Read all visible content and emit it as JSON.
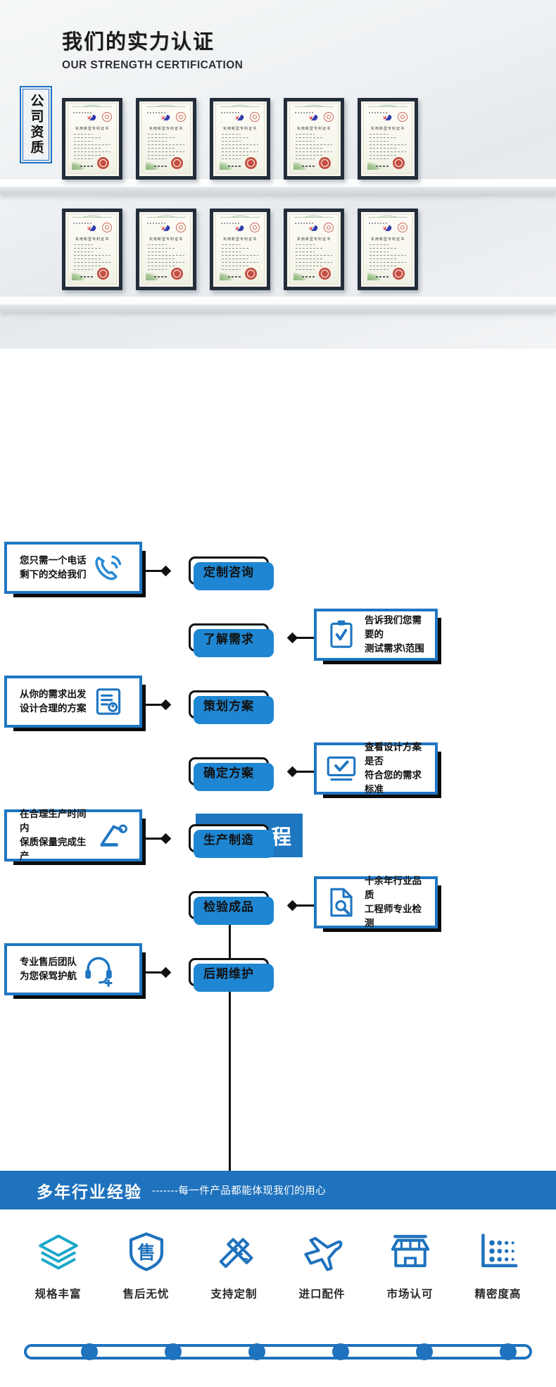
{
  "certification": {
    "title_cn": "我们的实力认证",
    "title_en": "OUR STRENGTH CERTIFICATION",
    "badge_text": "公司资质",
    "certificate_doc_title": "实用新型专利证书",
    "certificate_count": 10,
    "rows": 2,
    "per_row": 5,
    "accent_color": "#1f6fc4",
    "frame_color": "#232d3a"
  },
  "flow": {
    "title": "定制流程",
    "title_bg": "#1e76bf",
    "shadow_color": "#0b0b0b",
    "pill_accent": "#1e86d2",
    "steps": [
      {
        "label": "定制咨询",
        "side": "left",
        "icon": "phone-ring-icon",
        "note": "您只需一个电话\n剩下的交给我们"
      },
      {
        "label": "了解需求",
        "side": "right",
        "icon": "clipboard-check-icon",
        "note": "告诉我们您需要的\n测试需求\\范围"
      },
      {
        "label": "策划方案",
        "side": "left",
        "icon": "document-person-icon",
        "note": "从你的需求出发\n设计合理的方案"
      },
      {
        "label": "确定方案",
        "side": "right",
        "icon": "monitor-check-icon",
        "note": "查看设计方案是否\n符合您的需求标准"
      },
      {
        "label": "生产制造",
        "side": "left",
        "icon": "machine-arm-icon",
        "note": "在合理生产时间内\n保质保量完成生产"
      },
      {
        "label": "检验成品",
        "side": "right",
        "icon": "document-search-icon",
        "note": "十余年行业品质\n工程师专业检测"
      },
      {
        "label": "后期维护",
        "side": "left",
        "icon": "headset-support-icon",
        "note": "专业售后团队\n为您保驾护航"
      }
    ]
  },
  "banner": {
    "main": "多年行业经验",
    "dashes": "-------",
    "sub": "每一件产品都能体现我们的用心",
    "bg": "#1f72bd"
  },
  "features": {
    "accent": "#1f72bd",
    "items": [
      {
        "label": "规格丰富",
        "icon": "layers-icon"
      },
      {
        "label": "售后无忧",
        "icon": "shield-after-sales-icon"
      },
      {
        "label": "支持定制",
        "icon": "pencil-ruler-icon"
      },
      {
        "label": "进口配件",
        "icon": "airplane-icon"
      },
      {
        "label": "市场认可",
        "icon": "storefront-icon"
      },
      {
        "label": "精密度高",
        "icon": "precision-chart-icon"
      }
    ]
  }
}
